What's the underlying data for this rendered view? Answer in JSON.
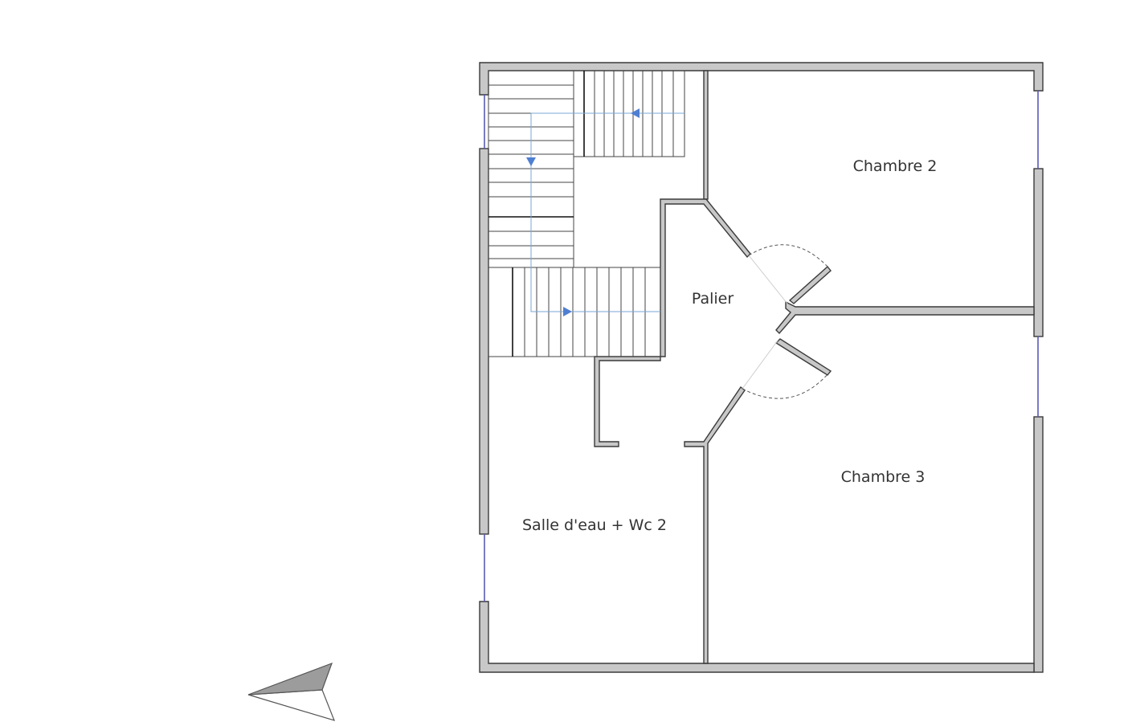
{
  "rooms": {
    "chambre2": "Chambre 2",
    "chambre3": "Chambre 3",
    "palier": "Palier",
    "salle_eau": "Salle d'eau + Wc 2"
  },
  "icons": {
    "north_arrow": "north-arrow-icon",
    "stair_direction": "triangle-arrow-icon"
  },
  "colors": {
    "wall_fill": "#c8c8c8",
    "wall_stroke": "#3a3a3a",
    "window": "#5a5ab8",
    "stair_direction": "#4f7fd1"
  }
}
